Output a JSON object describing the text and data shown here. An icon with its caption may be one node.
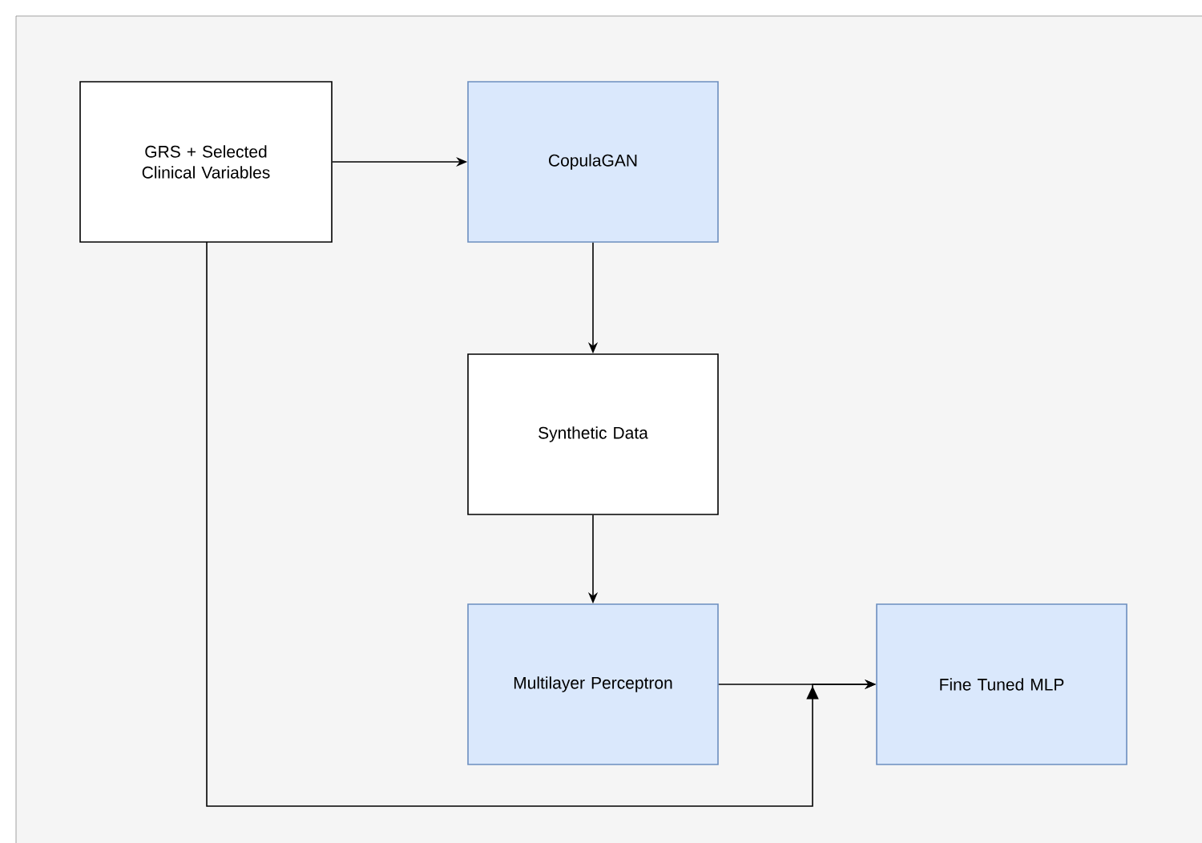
{
  "diagram": {
    "nodes": [
      {
        "text": [
          "GRS + Selected Clinical Variables"
        ]
      },
      {
        "text": [
          "CopulaGAN"
        ]
      },
      {
        "text": [
          "Synthetic Data"
        ]
      },
      {
        "text": [
          "Multilayer Perceptron"
        ]
      },
      {
        "text": [
          "Fine Tuned MLP"
        ]
      }
    ],
    "edges": [
      {
        "from": 0,
        "to": 1,
        "arrow": "to"
      },
      {
        "from": 1,
        "to": 2,
        "arrow": "to"
      },
      {
        "from": 2,
        "to": 3,
        "arrow": "to"
      },
      {
        "from": 3,
        "to": 4,
        "arrow": "to"
      },
      {
        "from": 0,
        "to": 4,
        "arrow": "to"
      }
    ]
  }
}
